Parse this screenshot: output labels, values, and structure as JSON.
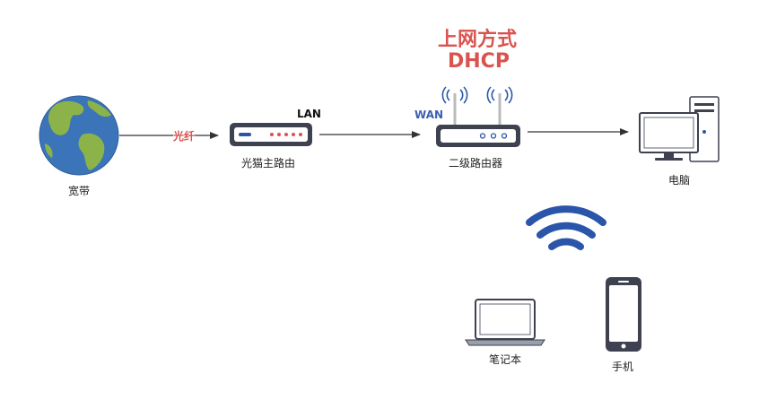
{
  "title": {
    "line1": "上网方式",
    "line2": "DHCP",
    "color": "#d9534f"
  },
  "nodes": {
    "broadband": {
      "label": "宽带",
      "icon": "globe-icon"
    },
    "optical_router": {
      "label": "光猫主路由",
      "port_label": "LAN",
      "icon": "optical-modem-icon"
    },
    "secondary_router": {
      "label": "二级路由器",
      "port_label": "WAN",
      "icon": "wireless-router-icon"
    },
    "computer": {
      "label": "电脑",
      "icon": "desktop-computer-icon"
    },
    "laptop": {
      "label": "笔记本",
      "icon": "laptop-icon"
    },
    "phone": {
      "label": "手机",
      "icon": "smartphone-icon"
    },
    "wifi": {
      "icon": "wifi-icon",
      "color": "#2a55a8"
    }
  },
  "edges": [
    {
      "from": "broadband",
      "to": "optical_router",
      "label": "光纤",
      "label_color": "#d9534f"
    },
    {
      "from": "optical_router",
      "to": "secondary_router",
      "label": ""
    },
    {
      "from": "secondary_router",
      "to": "computer",
      "label": ""
    }
  ],
  "colors": {
    "edge": "#333333",
    "wan_label": "#3a5fb0",
    "lan_label": "#111111",
    "device_body": "#3d4150",
    "globe_ocean": "#3b74b8",
    "globe_land": "#8cb34a"
  }
}
